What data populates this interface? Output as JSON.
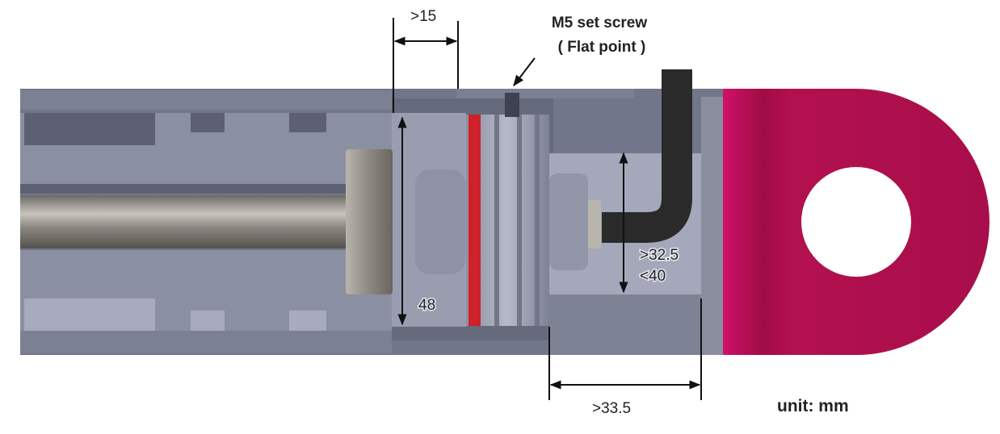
{
  "title": "Cylinder rod end mounting dimensions",
  "labels": {
    "gap_min": ">15",
    "screw_label": "M5 set screw",
    "screw_note": "( Flat point )",
    "bore_dia": "48",
    "hex_range_min": ">32.5",
    "hex_range_max": "<40",
    "depth_min": ">33.5",
    "unit": "unit: mm"
  },
  "colors": {
    "body": "#72768a",
    "body_light": "#9ea1b4",
    "rod_end": "#b0104f",
    "seal": "#d0202a",
    "hex_key": "#2a2a2a"
  }
}
